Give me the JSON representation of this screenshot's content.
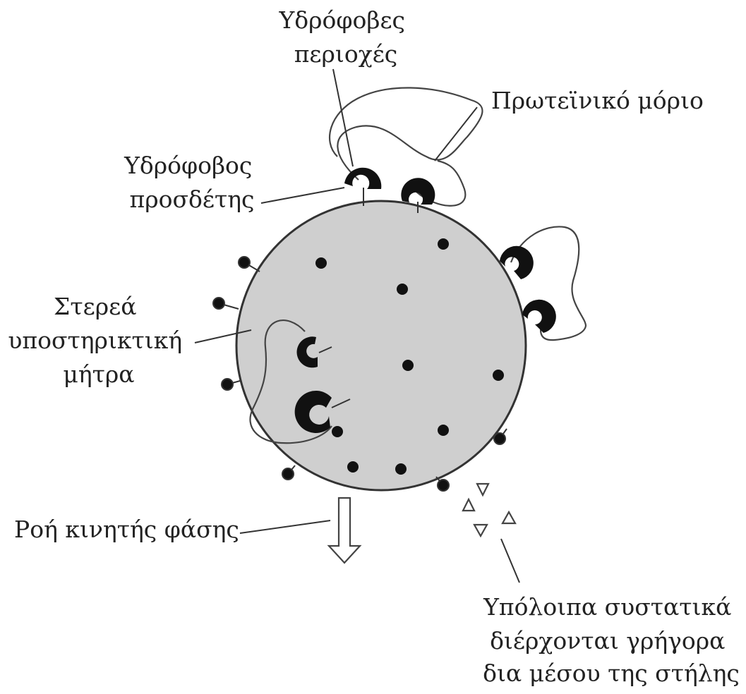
{
  "labels": {
    "hydrophobic_regions": [
      "Υδρόφοβες",
      "περιοχές"
    ],
    "protein_molecule": [
      "Πρωτεϊνικό μόριο"
    ],
    "hydrophobic_ligand": [
      "Υδρόφοβος",
      "προσδέτης"
    ],
    "solid_support_matrix": [
      "Στερεά",
      "υποστηρικτική",
      "μήτρα"
    ],
    "mobile_phase_flow": [
      "Ροή κινητής φάσης"
    ],
    "other_components": [
      "Υπόλοιπα συστατικά",
      "διέρχονται γρήγορα",
      "δια μέσου της στήλης"
    ]
  },
  "colors": {
    "bead_fill": "#cfcfcf",
    "ink": "#222222",
    "background": "#ffffff"
  }
}
